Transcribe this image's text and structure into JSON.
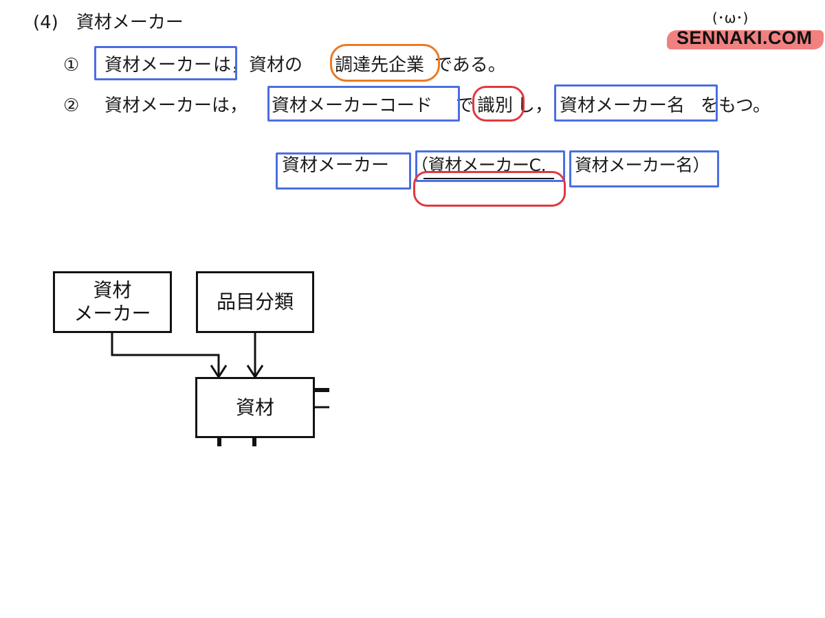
{
  "heading": "(4)　資材メーカー",
  "statement1": {
    "number": "①",
    "parts": [
      "資材メーカー",
      "は，資材の",
      "調達先企業",
      "である。"
    ]
  },
  "statement2": {
    "number": "②",
    "parts": [
      "資材メーカーは，",
      "資材メーカーコード",
      "で",
      "識別",
      "し，",
      "資材メーカー名",
      "をもつ。"
    ]
  },
  "relation": {
    "entity": "資材メーカー",
    "attr_key": "（資材メーカーC,",
    "attr_name": "資材メーカー名）"
  },
  "diagram": {
    "box_maker_line1": "資材",
    "box_maker_line2": "メーカー",
    "box_category": "品目分類",
    "box_material": "資材"
  },
  "logo": {
    "text": "SENNAKI.COM",
    "face": "(･ω･)"
  },
  "colors": {
    "blue": "#4a6ee0",
    "orange": "#ec7a22",
    "red": "#e0383e",
    "logo": "#ef6b6b"
  }
}
